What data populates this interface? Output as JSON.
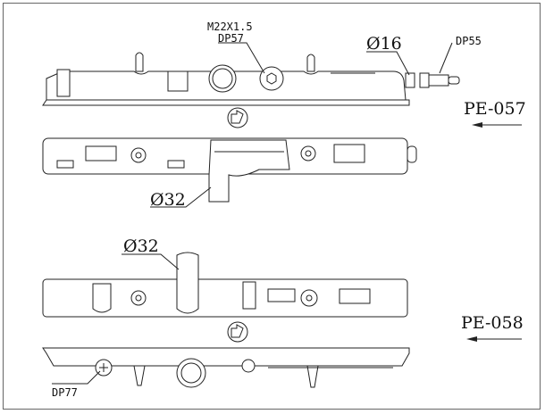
{
  "labels": {
    "thread": "M22X1.5",
    "dp57": "DP57",
    "d16": "Ø16",
    "dp55": "DP55",
    "pe057": "PE-057",
    "d32_top": "Ø32",
    "d32_bottom": "Ø32",
    "pe058": "PE-058",
    "dp77": "DP77"
  }
}
